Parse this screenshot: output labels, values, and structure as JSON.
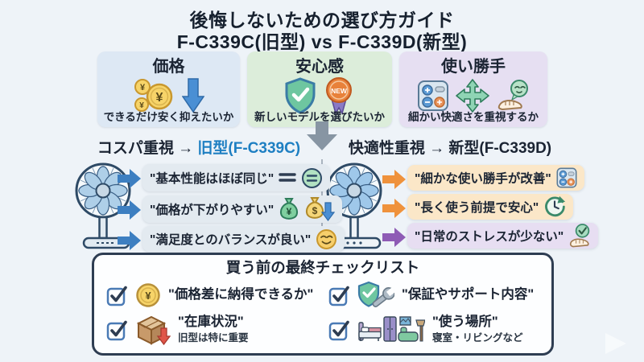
{
  "title": {
    "line1": "後悔しないための選び方ガイド",
    "line2": "F-C339C(旧型) vs F-C339D(新型)"
  },
  "criteria": [
    {
      "title": "価格",
      "question": "できるだけ安く抑えたいか"
    },
    {
      "title": "安心感",
      "question": "新しいモデルを選びたいか"
    },
    {
      "title": "使い勝手",
      "question": "細かい快適さを重視するか"
    }
  ],
  "glyphs": {
    "yen": "¥",
    "dollar": "$",
    "new": "NEW"
  },
  "left_column": {
    "header_prefix": "コスパ重視 → ",
    "header_model": "旧型(F-C339C)",
    "items": [
      "\"基本性能はほぼ同じ\"",
      "\"価格が下がりやすい\"",
      "\"満足度とのバランスが良い\""
    ]
  },
  "right_column": {
    "header": "快適性重視 → 新型(F-C339D)",
    "items": [
      "\"細かな使い勝手が改善\"",
      "\"長く使う前提で安心\"",
      "\"日常のストレスが少ない\""
    ]
  },
  "checklist": {
    "title": "買う前の最終チェックリスト",
    "items": [
      {
        "text": "\"価格差に納得できるか\"",
        "subtext": ""
      },
      {
        "text": "\"在庫状況\"",
        "subtext": "旧型は特に重要"
      },
      {
        "text": "\"保証やサポート内容\"",
        "subtext": ""
      },
      {
        "text": "\"使う場所\"",
        "subtext": "寝室・リビングなど"
      }
    ]
  },
  "colors": {
    "page_bg": "#eef3f8",
    "price_box_bg": "#dde8f4",
    "safety_box_bg": "#dcedda",
    "usability_box_bg": "#e6dff2",
    "old_model_accent": "#1e7fc2",
    "blue_arrow": "#3d7fc1",
    "orange_arrow": "#ef923c",
    "purple_arrow": "#8e5bb5",
    "panel_border": "#2e3d52"
  }
}
